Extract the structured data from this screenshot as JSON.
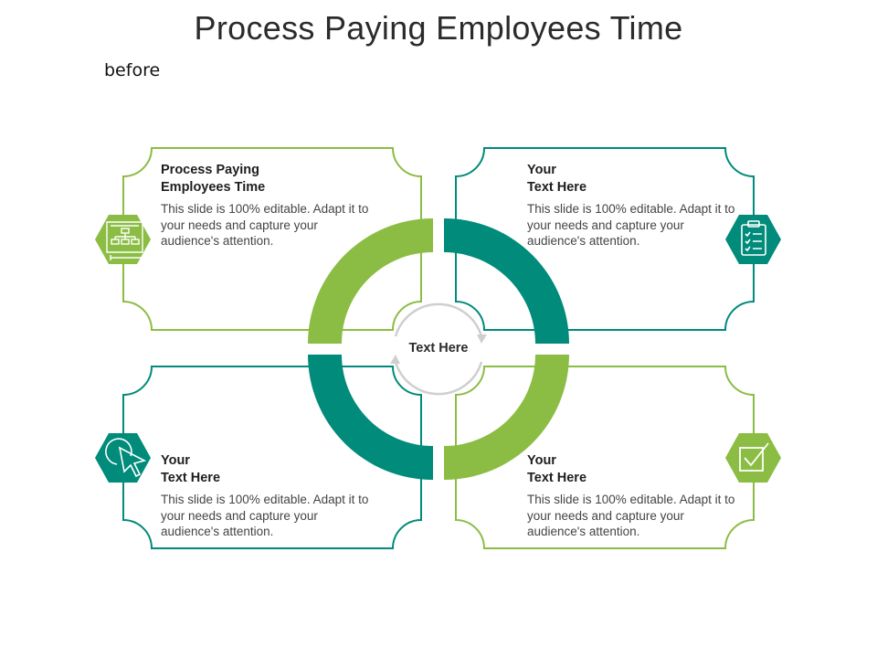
{
  "title": "Process Paying Employees Time",
  "subtitle": "before",
  "center_label": "Text Here",
  "colors": {
    "green": "#8bbd44",
    "teal": "#008b7a",
    "arrow_gray": "#cfcfcf"
  },
  "blocks": [
    {
      "heading": "Process Paying\nEmployees Time",
      "body": "This slide is 100% editable. Adapt it to your needs and capture your audience's attention.",
      "icon": "flowchart-document-icon"
    },
    {
      "heading": "Your\nText Here",
      "body": "This slide is 100% editable. Adapt it to your needs and capture your audience's attention.",
      "icon": "clipboard-checklist-icon"
    },
    {
      "heading": "Your\nText Here",
      "body": "This slide is 100% editable. Adapt it to your needs and capture your audience's attention.",
      "icon": "cursor-click-icon"
    },
    {
      "heading": "Your\nText Here",
      "body": "This slide is 100% editable. Adapt it to your needs and capture your audience's attention.",
      "icon": "checkbox-icon"
    }
  ]
}
